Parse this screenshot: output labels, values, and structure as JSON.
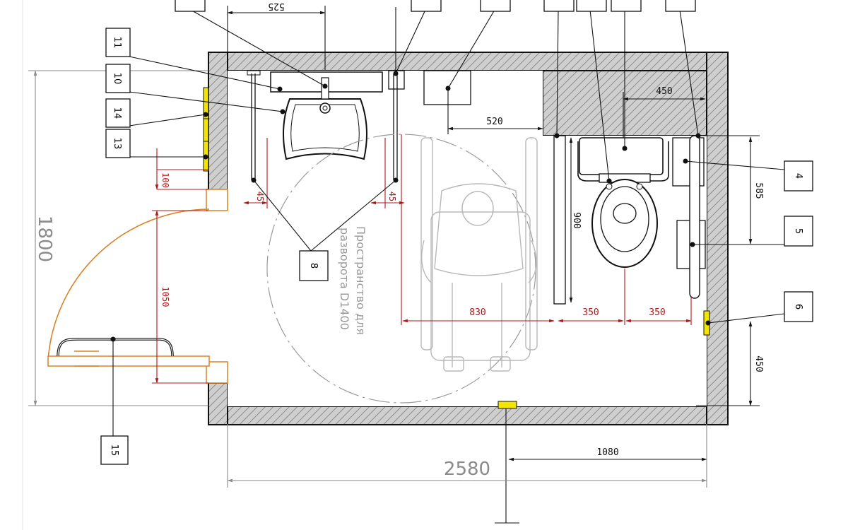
{
  "dimensions": {
    "overall_width": "2580",
    "overall_height": "1800",
    "top_sink": "525",
    "unit_width": "450",
    "shelf_offset": "520",
    "right_depth": "585",
    "grab_height": "900",
    "door_gap": "100",
    "door_width": "1050",
    "left_clear_1": "45",
    "left_clear_2": "45",
    "clear_830": "830",
    "axis_350_a": "350",
    "axis_350_b": "350",
    "button_height": "450",
    "bottom_offset": "1080"
  },
  "turning_space_label": {
    "line1": "Пространство для",
    "line2": "разворота D1400"
  },
  "callouts": [
    "11",
    "10",
    "14",
    "13",
    "8",
    "4",
    "5",
    "6",
    "15"
  ],
  "colors": {
    "wall_fill": "#c9c9c9",
    "wall_stroke": "#111111",
    "red_dim": "#b01818",
    "door": "#d98324",
    "accent_yellow": "#f2e600",
    "grey_dim": "#8a8a8a"
  }
}
